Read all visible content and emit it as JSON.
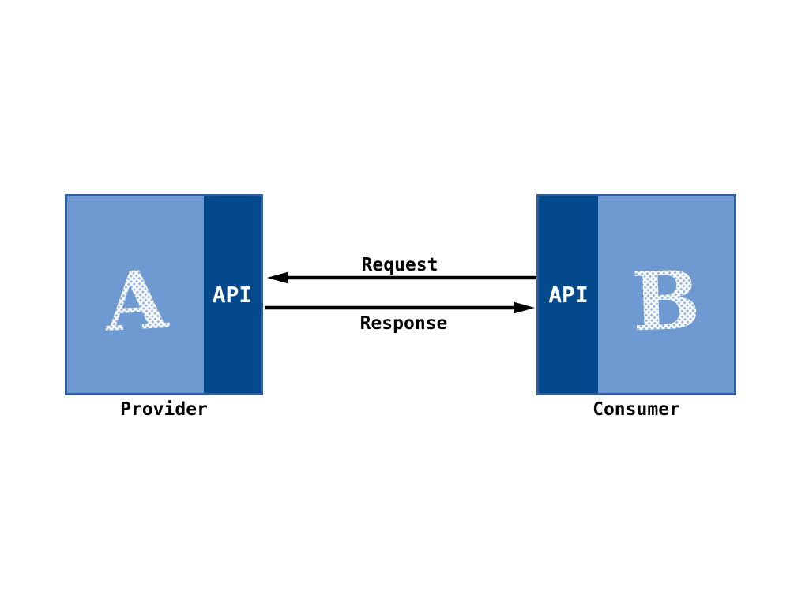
{
  "colors": {
    "background": "#ffffff",
    "box_fill": "#6f9ad1",
    "api_strip": "#04498c",
    "box_border": "#2f5f9e",
    "arrow": "#000000",
    "label_text": "#000000",
    "api_text": "#ffffff"
  },
  "provider": {
    "letter": "A",
    "api_label": "API",
    "caption": "Provider"
  },
  "consumer": {
    "letter": "B",
    "api_label": "API",
    "caption": "Consumer"
  },
  "flow": {
    "request_label": "Request",
    "response_label": "Response"
  }
}
